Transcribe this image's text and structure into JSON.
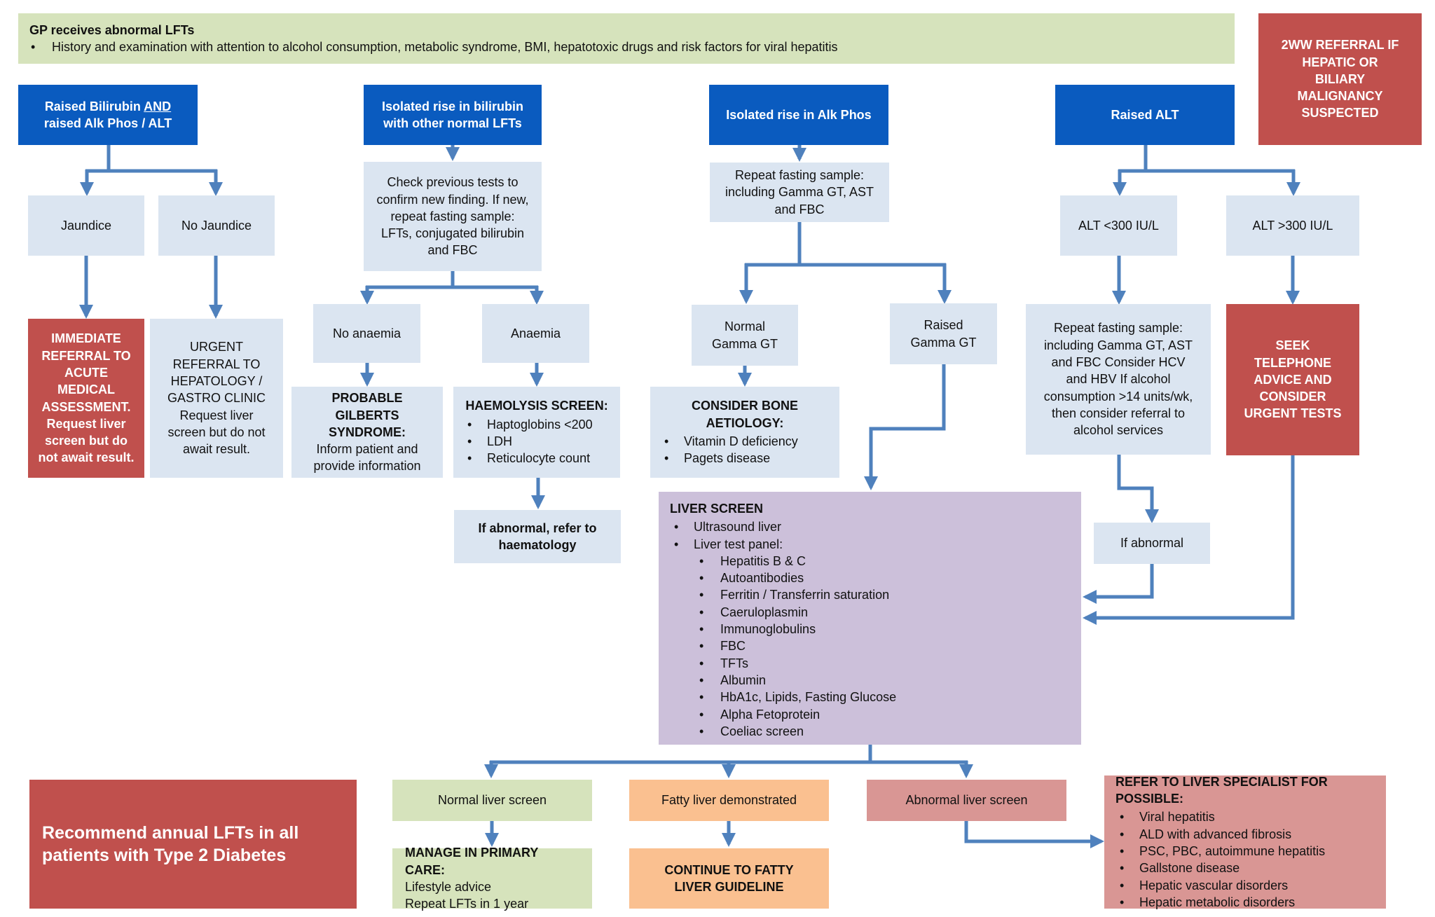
{
  "gp": {
    "title": "GP receives abnormal LFTs",
    "bullet": "History and examination with attention to alcohol consumption, metabolic syndrome, BMI, hepatotoxic drugs and risk factors for viral hepatitis"
  },
  "twoww": "2WW REFERRAL IF HEPATIC OR BILIARY MALIGNANCY SUSPECTED",
  "col1": {
    "header_a": "Raised Bilirubin ",
    "header_and": "AND",
    "header_b": "raised Alk Phos / ALT",
    "jaundice": "Jaundice",
    "no_jaundice": "No Jaundice",
    "immediate": "IMMEDIATE REFERRAL  TO ACUTE MEDICAL ASSESSMENT. Request liver screen but do not await result.",
    "urgent": "URGENT REFERRAL TO HEPATOLOGY / GASTRO CLINIC Request liver screen but do not await result."
  },
  "col2": {
    "header": "Isolated rise in bilirubin with other normal LFTs",
    "check": "Check previous tests to confirm new finding. If new, repeat fasting sample: LFTs, conjugated bilirubin and FBC",
    "no_anaemia": "No anaemia",
    "anaemia": "Anaemia",
    "gilberts_title": "PROBABLE GILBERTS SYNDROME:",
    "gilberts_text": "Inform patient and provide information",
    "haem_title": "HAEMOLYSIS SCREEN:",
    "haem_items": [
      "Haptoglobins <200",
      "LDH",
      "Reticulocyte count"
    ],
    "abnormal_haem": "If abnormal, refer to haematology"
  },
  "col3": {
    "header": "Isolated rise in Alk Phos",
    "repeat": "Repeat fasting sample: including  Gamma GT, AST and FBC",
    "normal_ggt": "Normal Gamma GT",
    "raised_ggt": "Raised Gamma GT",
    "bone_title": "CONSIDER BONE AETIOLOGY:",
    "bone_items": [
      "Vitamin D deficiency",
      "Pagets disease"
    ]
  },
  "col4": {
    "header": "Raised ALT",
    "alt_low": "ALT <300 IU/L",
    "alt_high": "ALT >300 IU/L",
    "repeat": "Repeat fasting sample: including  Gamma GT, AST and FBC Consider HCV and HBV If alcohol consumption >14 units/wk, then consider referral to alcohol services",
    "seek": "SEEK TELEPHONE ADVICE AND CONSIDER URGENT TESTS",
    "if_abnormal": "If abnormal"
  },
  "liver": {
    "title": "LIVER SCREEN",
    "items": [
      "Ultrasound liver",
      "Liver test panel:"
    ],
    "panel": [
      "Hepatitis B & C",
      "Autoantibodies",
      "Ferritin / Transferrin saturation",
      "Caeruloplasmin",
      "Immunoglobulins",
      "FBC",
      "TFTs",
      "Albumin",
      "HbA1c, Lipids, Fasting Glucose",
      "Alpha Fetoprotein",
      "Coeliac screen"
    ]
  },
  "outcomes": {
    "normal": "Normal liver screen",
    "fatty": "Fatty liver demonstrated",
    "abnormal": "Abnormal liver screen",
    "manage_title": "MANAGE IN PRIMARY CARE:",
    "manage_lines": [
      "Lifestyle advice",
      "Repeat LFTs in 1 year"
    ],
    "continue": "CONTINUE TO FATTY LIVER GUIDELINE",
    "refer_title": "REFER TO LIVER SPECIALIST FOR POSSIBLE:",
    "refer_items": [
      "Viral hepatitis",
      "ALD with advanced fibrosis",
      "PSC, PBC, autoimmune hepatitis",
      "Gallstone disease",
      "Hepatic vascular disorders",
      "Hepatic metabolic disorders"
    ]
  },
  "diabetes": "Recommend annual LFTs in all patients with Type 2 Diabetes",
  "colors": {
    "header_blue": "#0a5bbf",
    "light_blue": "#dbe5f1",
    "red": "#c0504d",
    "green": "#d6e3bc",
    "orange": "#fac090",
    "pink": "#d99694",
    "purple": "#ccc0da",
    "arrow": "#4f81bd"
  }
}
